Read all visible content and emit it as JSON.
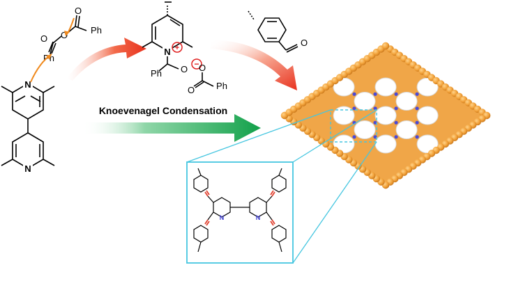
{
  "labels": {
    "ph_top": "Ph",
    "ph_left": "Ph",
    "o_carbonyl": "O",
    "o_ester": "O",
    "o_acyl": "O",
    "o_carboxylate": "O",
    "o_aldehyde": "O",
    "n_top": "N",
    "n_bottom": "N",
    "n_pyridinium": "N",
    "ph_acyl": "Ph",
    "ph_benzoate": "Ph",
    "plus": "+",
    "minus": "−",
    "reaction": "Knoevenagel Condensation",
    "inset_n_left": "N",
    "inset_n_right": "N"
  },
  "colors": {
    "orange_arrow": "#f08a1e",
    "red_arrow": "#e8321e",
    "green_arrow": "#1aa650",
    "framework_ball": "#f2a23a",
    "framework_n": "#4a4ad8",
    "inset_border": "#45c6e0",
    "vinylene": "#e0402e",
    "charge_red": "#e02020"
  }
}
